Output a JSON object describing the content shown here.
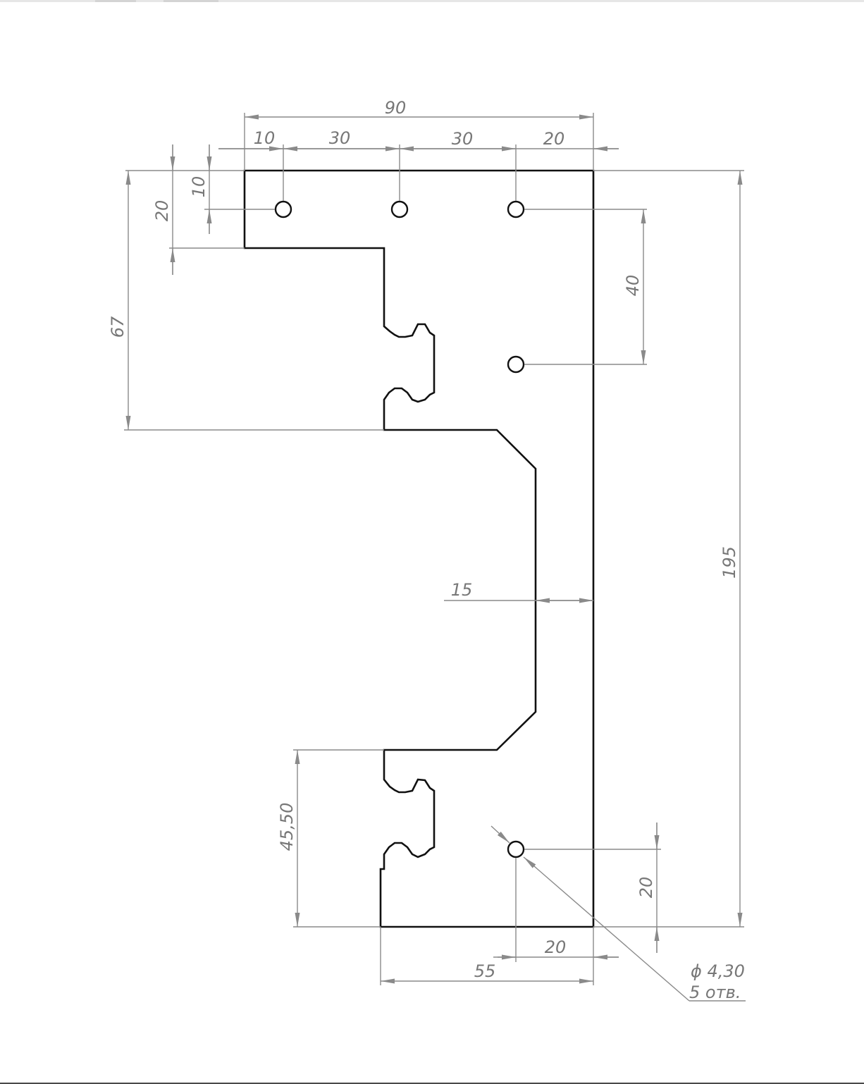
{
  "colors": {
    "outline": "#111111",
    "dimension": "#8a8a8a",
    "dimension_text": "#777777"
  },
  "dimensions": {
    "overall_width": "90",
    "hole_offset_left": "10",
    "hole_pitch_1": "30",
    "hole_pitch_2": "30",
    "right_margin_top": "20",
    "hole_offset_top": "10",
    "notch_depth": "20",
    "step_height": "67",
    "hole_vertical_spacing": "40",
    "overall_height": "195",
    "web_thickness": "15",
    "lower_step_height": "45,50",
    "bottom_hole_height": "20",
    "bottom_hole_offset_right": "20",
    "bottom_width": "55"
  },
  "callout": {
    "diameter": "ϕ 4,30",
    "count": "5 отв."
  }
}
